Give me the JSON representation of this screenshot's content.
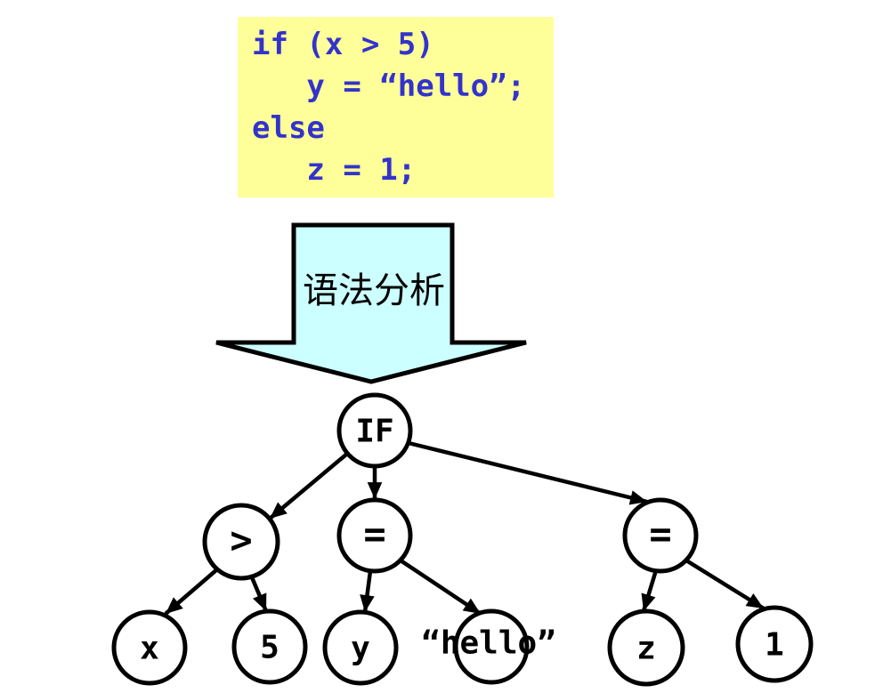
{
  "colors": {
    "background": "#ffffff",
    "code_box_bg": "#ffff99",
    "code_text": "#3333cc",
    "arrow_fill": "#ccffff",
    "outline": "#000000",
    "node_fill": "#ffffff"
  },
  "code_box": {
    "lines": [
      "if (x > 5)",
      "   y = “hello”;",
      "else",
      "   z = 1;"
    ]
  },
  "arrow": {
    "label": "语法分析"
  },
  "tree": {
    "nodes": {
      "if": {
        "label": "IF"
      },
      "gt": {
        "label": ">"
      },
      "eq1": {
        "label": "="
      },
      "eq2": {
        "label": "="
      },
      "x": {
        "label": "x"
      },
      "five": {
        "label": "5"
      },
      "y": {
        "label": "y"
      },
      "hello": {
        "label": "“hello”"
      },
      "z": {
        "label": "z"
      },
      "one": {
        "label": "1"
      }
    },
    "edges": [
      {
        "from": "if",
        "to": "gt"
      },
      {
        "from": "if",
        "to": "eq1"
      },
      {
        "from": "if",
        "to": "eq2"
      },
      {
        "from": "gt",
        "to": "x"
      },
      {
        "from": "gt",
        "to": "five"
      },
      {
        "from": "eq1",
        "to": "y"
      },
      {
        "from": "eq1",
        "to": "hello"
      },
      {
        "from": "eq2",
        "to": "z"
      },
      {
        "from": "eq2",
        "to": "one"
      }
    ]
  }
}
